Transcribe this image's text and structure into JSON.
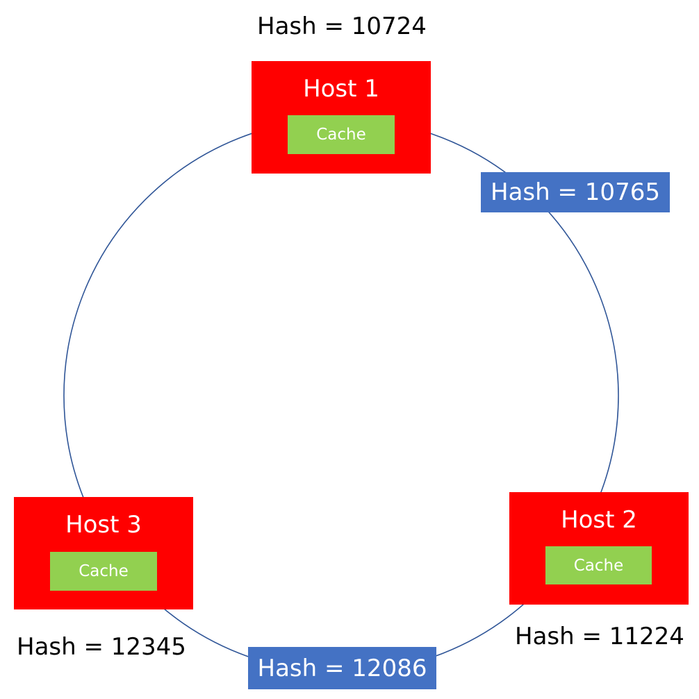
{
  "colors": {
    "ring_stroke": "#2f5597",
    "host_fill": "#ff0000",
    "cache_fill": "#92d050",
    "key_fill": "#4472c4",
    "host_text": "#ffffff",
    "hash_text": "#000000"
  },
  "hosts": [
    {
      "label": "Host 1",
      "cache_label": "Cache",
      "hash": "Hash = 10724"
    },
    {
      "label": "Host 2",
      "cache_label": "Cache",
      "hash": "Hash = 11224"
    },
    {
      "label": "Host 3",
      "cache_label": "Cache",
      "hash": "Hash = 12345"
    }
  ],
  "keys": [
    {
      "hash": "Hash = 10765"
    },
    {
      "hash": "Hash = 12086"
    }
  ]
}
